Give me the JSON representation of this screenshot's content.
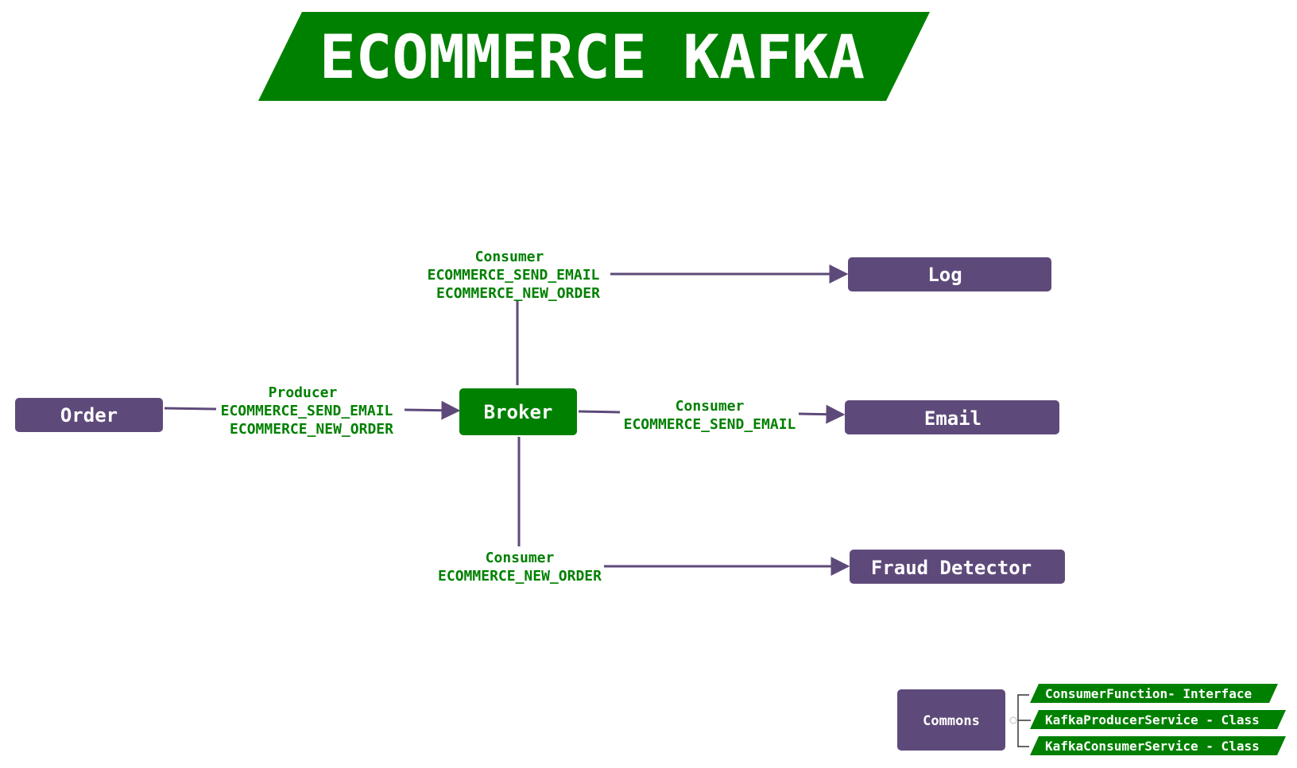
{
  "title": "ECOMMERCE KAFKA",
  "colors": {
    "green": "#008000",
    "purple": "#5e4a7a",
    "edge": "#5e4a7a",
    "text_on_dark": "#ffffff"
  },
  "nodes": {
    "order": "Order",
    "broker": "Broker",
    "log": "Log",
    "email": "Email",
    "fraud": "Fraud Detector",
    "commons": "Commons"
  },
  "edges": {
    "order_to_broker": [
      "Producer",
      "ECOMMERCE_SEND_EMAIL",
      "ECOMMERCE_NEW_ORDER"
    ],
    "broker_to_log": [
      "Consumer",
      "ECOMMERCE_SEND_EMAIL",
      "ECOMMERCE_NEW_ORDER"
    ],
    "broker_to_email": [
      "Consumer",
      "ECOMMERCE_SEND_EMAIL"
    ],
    "broker_to_fraud": [
      "Consumer",
      "ECOMMERCE_NEW_ORDER"
    ]
  },
  "commons_items": [
    "ConsumerFunction- Interface",
    "KafkaProducerService - Class",
    "KafkaConsumerService - Class"
  ]
}
